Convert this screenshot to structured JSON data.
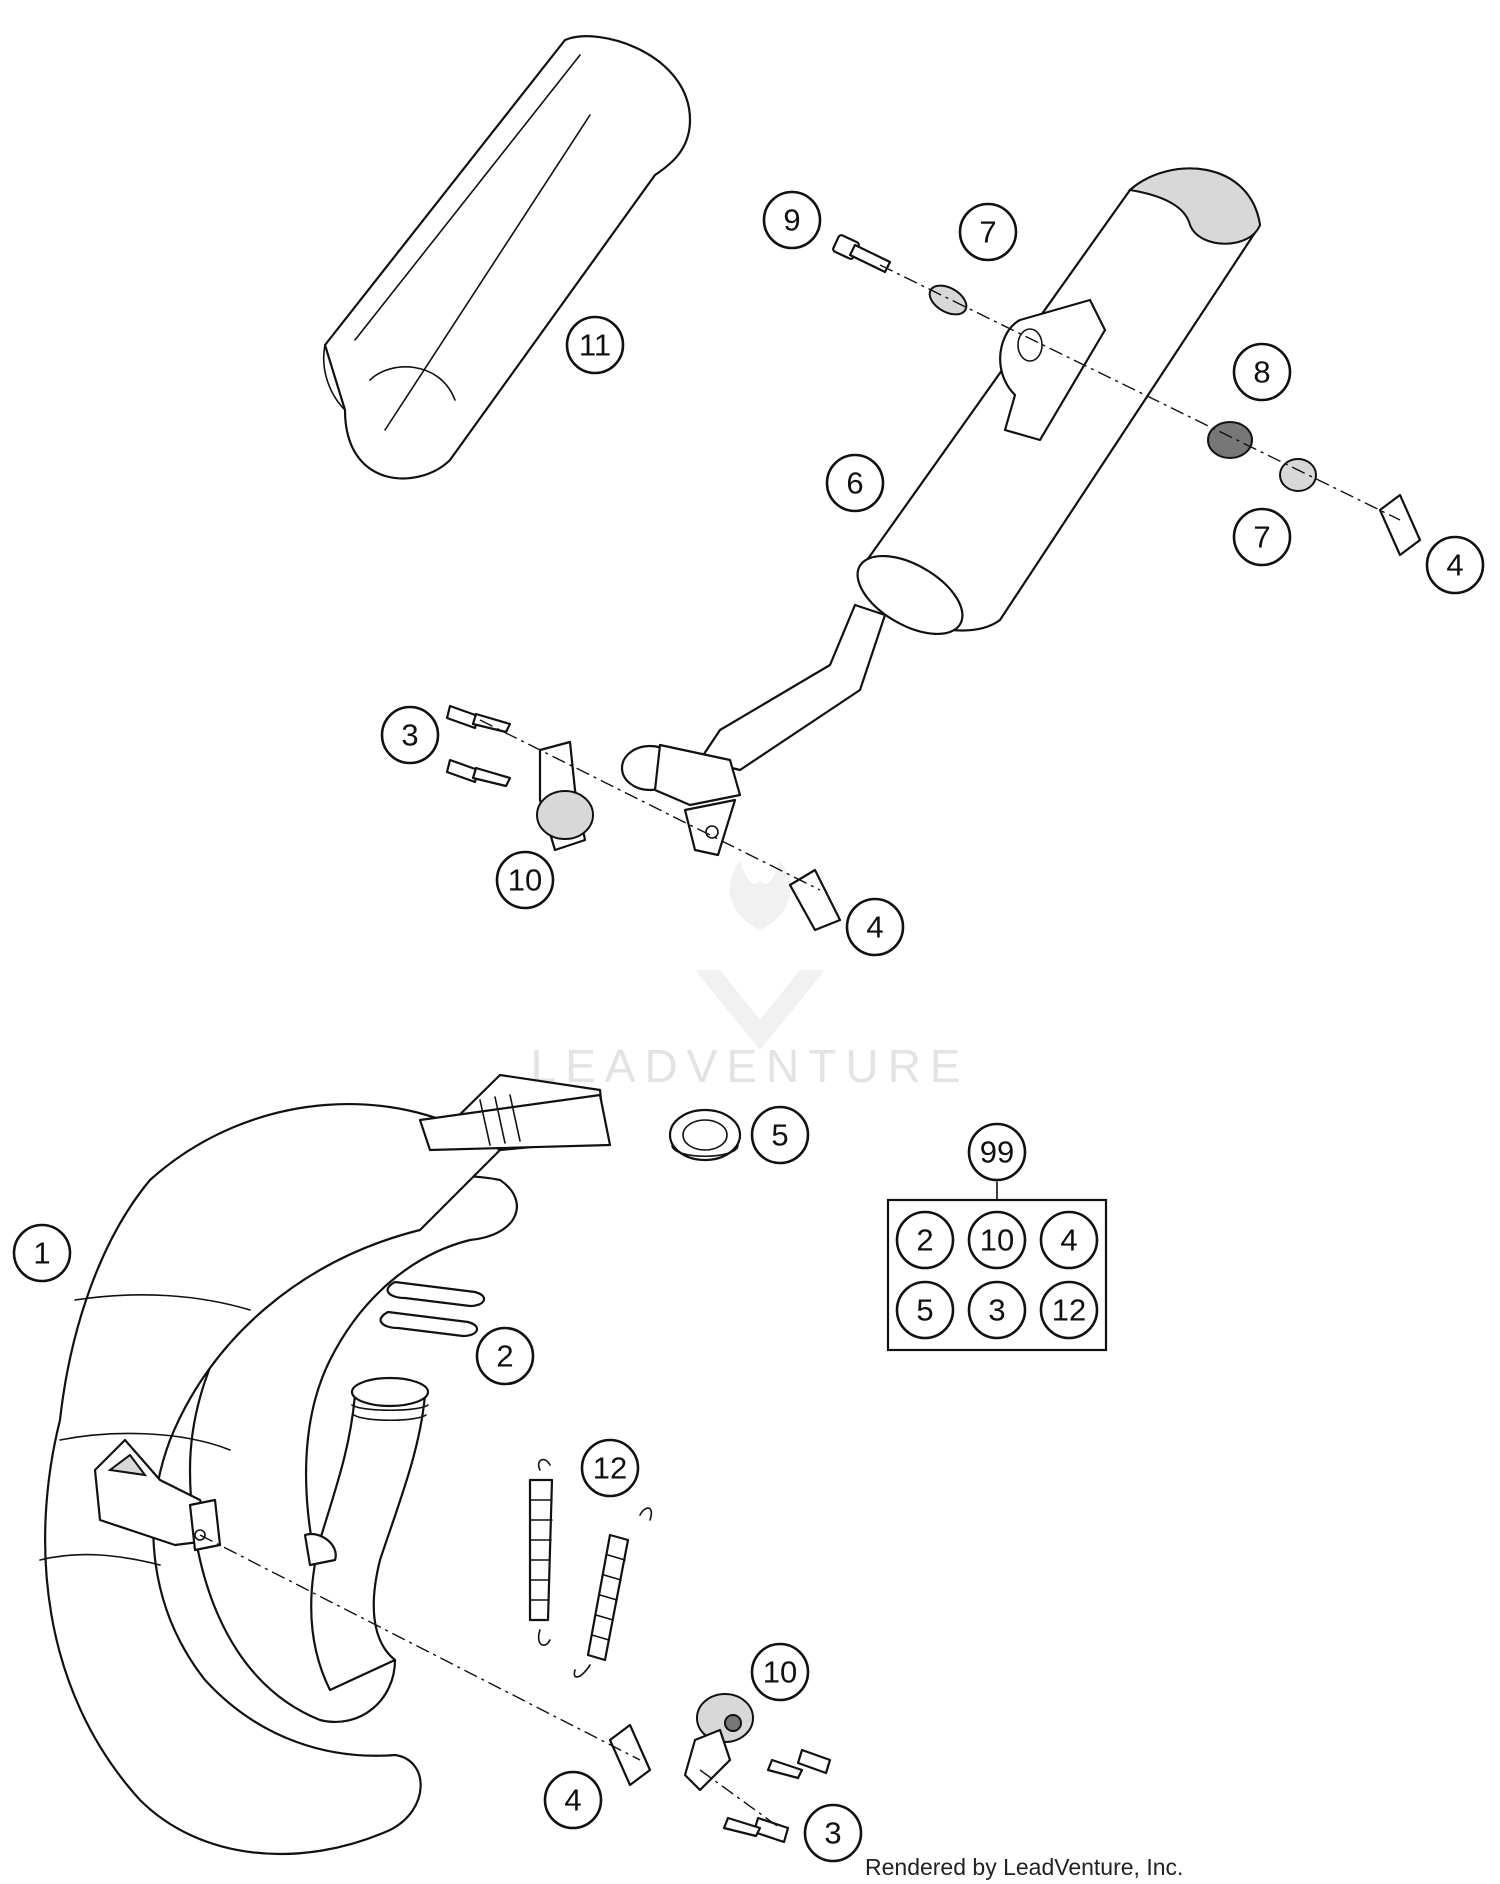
{
  "watermark": {
    "text": "LEADVENTURE"
  },
  "footer": {
    "text": "Rendered by LeadVenture, Inc."
  },
  "callouts": [
    {
      "id": "c11",
      "label": "11"
    },
    {
      "id": "c9",
      "label": "9"
    },
    {
      "id": "c7a",
      "label": "7"
    },
    {
      "id": "c8",
      "label": "8"
    },
    {
      "id": "c6",
      "label": "6"
    },
    {
      "id": "c7b",
      "label": "7"
    },
    {
      "id": "c4a",
      "label": "4"
    },
    {
      "id": "c3a",
      "label": "3"
    },
    {
      "id": "c10a",
      "label": "10"
    },
    {
      "id": "c4b",
      "label": "4"
    },
    {
      "id": "c5",
      "label": "5"
    },
    {
      "id": "c1",
      "label": "1"
    },
    {
      "id": "c2",
      "label": "2"
    },
    {
      "id": "c12",
      "label": "12"
    },
    {
      "id": "c10b",
      "label": "10"
    },
    {
      "id": "c4c",
      "label": "4"
    },
    {
      "id": "c3b",
      "label": "3"
    }
  ],
  "kit": {
    "label": "99",
    "items": [
      "2",
      "10",
      "4",
      "5",
      "3",
      "12"
    ]
  }
}
